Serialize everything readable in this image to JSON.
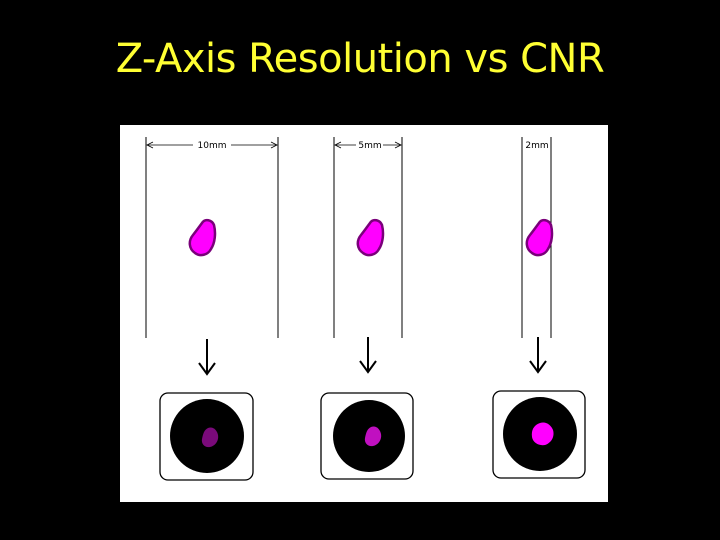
{
  "slide": {
    "title": "Z-Axis Resolution vs CNR"
  },
  "colors": {
    "background": "#000000",
    "title": "#FFFF33",
    "panel": "#FFFFFF",
    "lesion": "#FF00FF",
    "lesion_outline": "#7A007A",
    "disc": "#000000"
  },
  "slices": [
    {
      "label": "10mm",
      "image_lesion_color": "#7A0A7A"
    },
    {
      "label": "5mm",
      "image_lesion_color": "#C010C0"
    },
    {
      "label": "2mm",
      "image_lesion_color": "#FF00FF"
    }
  ]
}
